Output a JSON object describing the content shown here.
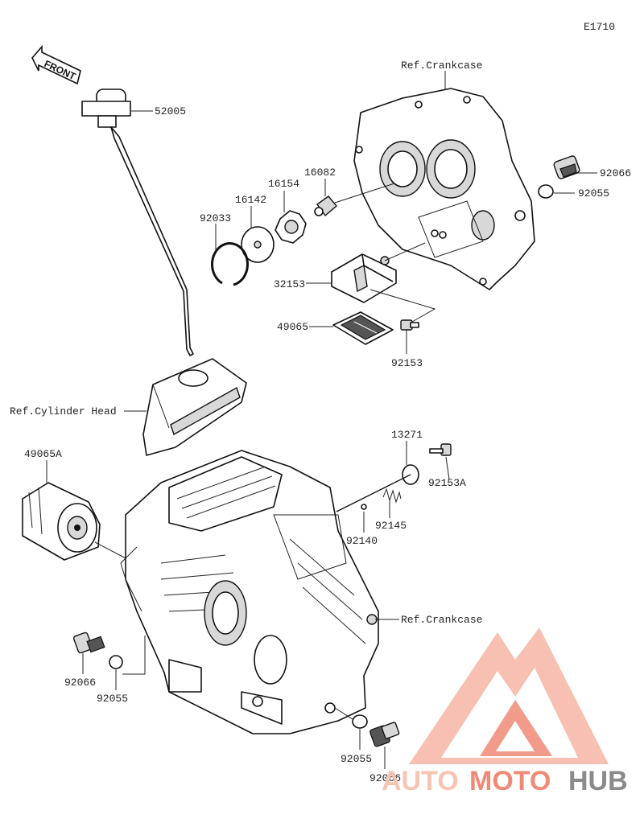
{
  "diagram_code": "E1710",
  "front_label": "FRONT",
  "watermark": {
    "part1": "AUTO",
    "part2": "MOTO",
    "part3": "HUB",
    "color_light": "#f7b9aa",
    "color_mid": "#f08a75",
    "color_dark": "#8a8a8a"
  },
  "refs": {
    "crankcase_top": "Ref.Crankcase",
    "cylinder_head": "Ref.Cylinder Head",
    "crankcase_bottom": "Ref.Crankcase"
  },
  "parts": {
    "p52005": "52005",
    "p92066_a": "92066",
    "p92055_a": "92055",
    "p16082": "16082",
    "p16154": "16154",
    "p16142": "16142",
    "p92033": "92033",
    "p32153": "32153",
    "p49065": "49065",
    "p92153": "92153",
    "p13271": "13271",
    "p92153A": "92153A",
    "p92145": "92145",
    "p92140": "92140",
    "p49065A": "49065A",
    "p92066_b": "92066",
    "p92055_b": "92055",
    "p92055_c": "92055",
    "p92066_c": "92066"
  }
}
